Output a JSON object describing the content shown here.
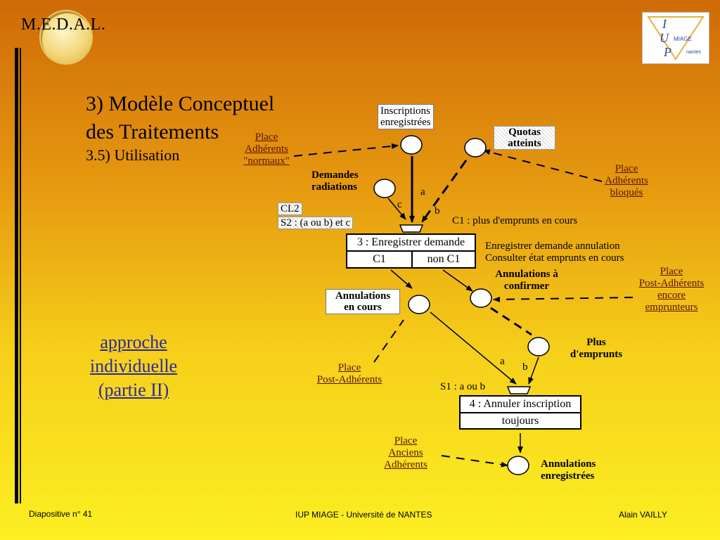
{
  "header": {
    "brand": "M.E.D.A.L.",
    "logo_letters": [
      "I",
      "U",
      "P"
    ],
    "logo_words": [
      "MIAGE",
      "nantes"
    ]
  },
  "title": {
    "line1": "3) Modèle Conceptuel",
    "line2": "des Traitements",
    "sub": "3.5) Utilisation"
  },
  "side_note": {
    "line1": "approche",
    "line2": "individuelle",
    "line3": "(partie II)"
  },
  "diagram": {
    "places": {
      "normaux": [
        "Place",
        "Adhérents",
        "\"normaux\""
      ],
      "bloques": [
        "Place",
        "Adhérents",
        "bloqués"
      ],
      "encore": [
        "Place",
        "Post-Adhérents",
        "encore",
        "emprunteurs"
      ],
      "post": [
        "Place",
        "Post-Adhérents"
      ],
      "anciens": [
        "Place",
        "Anciens",
        "Adhérents"
      ]
    },
    "events": {
      "inscriptions": [
        "Inscriptions",
        "enregistrées"
      ],
      "quotas": [
        "Quotas",
        "atteints"
      ],
      "demandes": [
        "Demandes",
        "radiations"
      ],
      "annul_confirmer": [
        "Annulations à",
        "confirmer"
      ],
      "annul_cours": [
        "Annulations",
        "en cours"
      ],
      "plus": [
        "Plus",
        "d'emprunts"
      ],
      "annul_enreg": [
        "Annulations",
        "enregistrées"
      ]
    },
    "arc_labels": {
      "a1": "a",
      "b1": "b",
      "c1": "c",
      "a2": "a",
      "b2": "b"
    },
    "cl2": "CL2",
    "s2": "S2 : (a ou b) et c",
    "c1_def": "C1 : plus d'emprunts en cours",
    "op3": {
      "title": "3 : Enregistrer demande",
      "left": "C1",
      "right": "non C1"
    },
    "op3_desc": [
      "Enregistrer demande annulation",
      "Consulter état emprunts en cours"
    ],
    "s1": "S1 : a ou b",
    "op4": {
      "title": "4 : Annuler inscription",
      "bottom": "toujours"
    }
  },
  "footer": {
    "left": "Diapositive n° 41",
    "center": "IUP MIAGE - Université de NANTES",
    "right": "Alain VAILLY"
  }
}
